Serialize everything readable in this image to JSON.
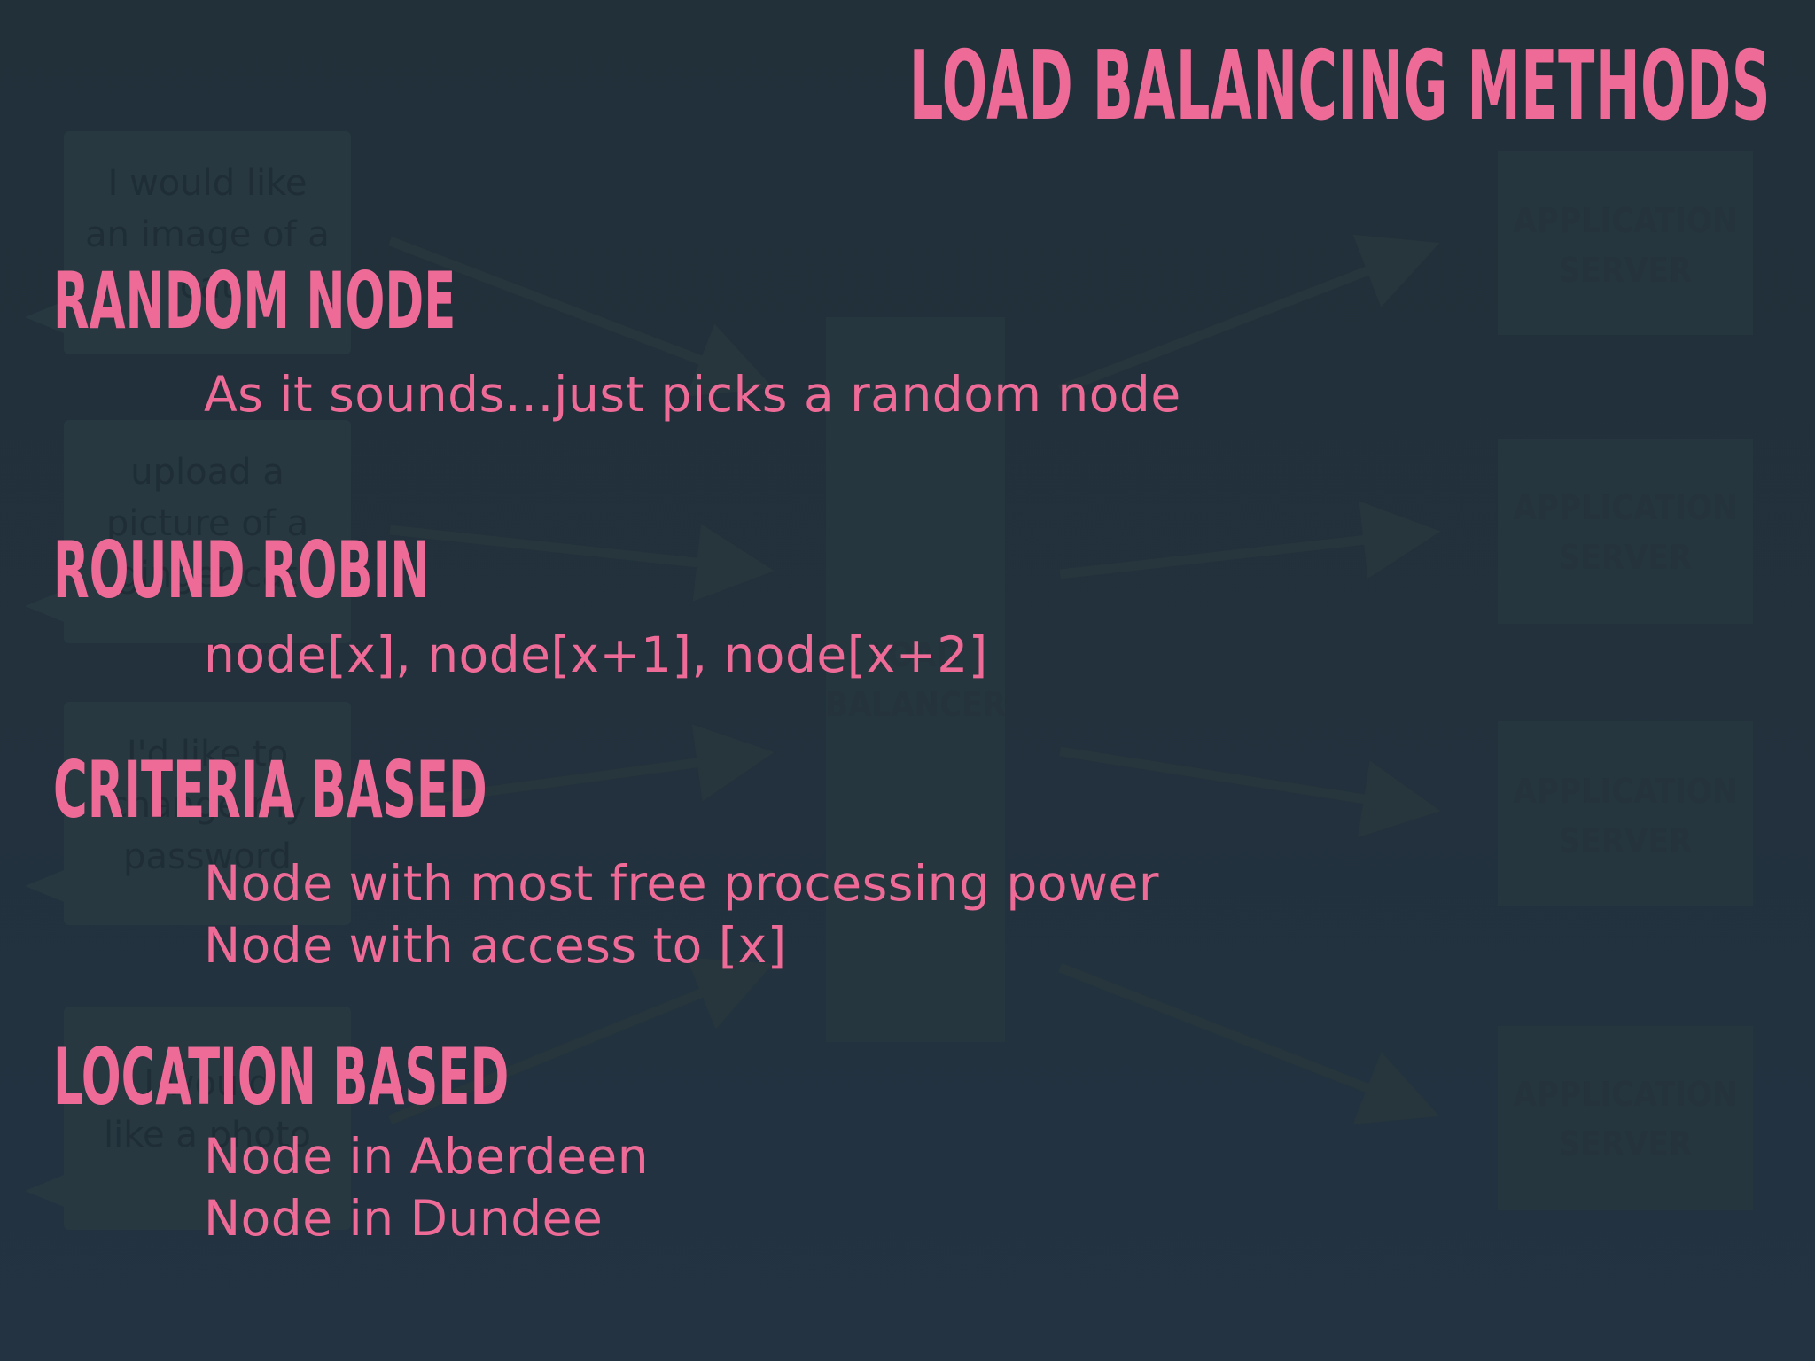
{
  "slide": {
    "title": "LOAD BALANCING METHODS",
    "accent_color": "#ef6b97",
    "background_color": "#22313c"
  },
  "background_diagram": {
    "client_boxes": [
      {
        "lines": [
          "I would like",
          "an image of a",
          "cat"
        ]
      },
      {
        "lines": [
          "upload a",
          "picture of a",
          "ginger cat"
        ]
      },
      {
        "lines": [
          "I'd like to",
          "change my",
          "password"
        ]
      },
      {
        "lines": [
          "I would",
          "like a photo"
        ]
      }
    ],
    "load_balancer_label": [
      "LOAD",
      "BALANCER"
    ],
    "server_boxes": [
      {
        "lines": [
          "APPLICATION",
          "SERVER"
        ]
      },
      {
        "lines": [
          "APPLICATION",
          "SERVER"
        ]
      },
      {
        "lines": [
          "APPLICATION",
          "SERVER"
        ]
      },
      {
        "lines": [
          "APPLICATION",
          "SERVER"
        ]
      }
    ]
  },
  "methods": [
    {
      "heading": "RANDOM NODE",
      "lines": [
        "As it sounds…just picks a random node"
      ]
    },
    {
      "heading": "ROUND ROBIN",
      "lines": [
        "node[x], node[x+1], node[x+2]"
      ]
    },
    {
      "heading": "CRITERIA BASED",
      "lines": [
        "Node with most free processing power",
        "Node with access to [x]"
      ]
    },
    {
      "heading": "LOCATION BASED",
      "lines": [
        "Node in Aberdeen",
        "Node in Dundee"
      ]
    }
  ]
}
